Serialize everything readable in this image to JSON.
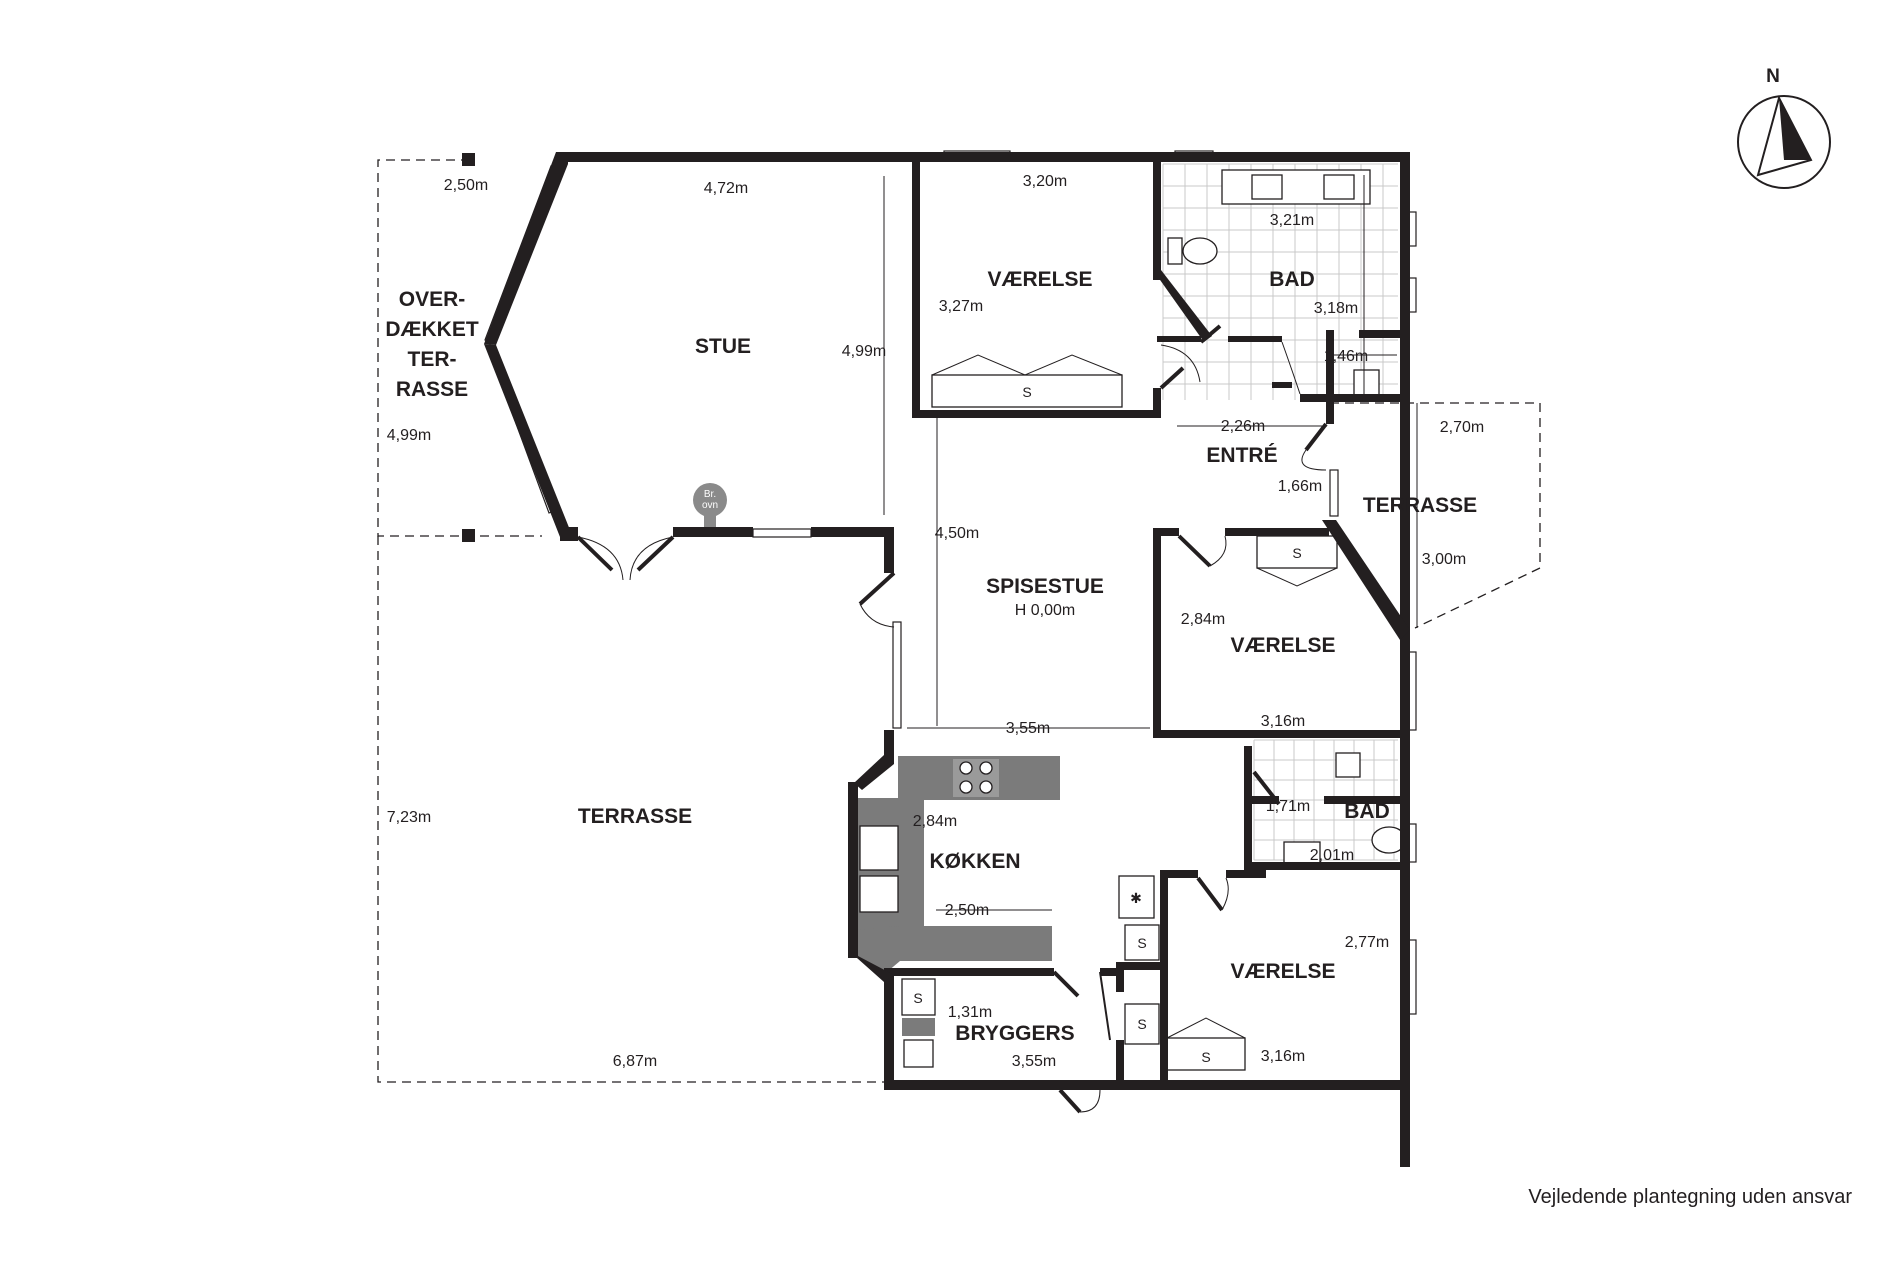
{
  "compass": {
    "north": "N"
  },
  "rooms": {
    "overdaekket": {
      "label1": "OVER-",
      "label2": "DÆKKET",
      "label3": "TER-",
      "label4": "RASSE"
    },
    "stue": "STUE",
    "vaerelse_top": "VÆRELSE",
    "bad_top": "BAD",
    "entre": "ENTRÉ",
    "terrasse_east": "TERRASSE",
    "spisestue": "SPISESTUE",
    "spisestue_height": "H 0,00m",
    "vaerelse_mid": "VÆRELSE",
    "terrasse_west": "TERRASSE",
    "bad_small": "BAD",
    "kokken": "KØKKEN",
    "vaerelse_bottom": "VÆRELSE",
    "bryggers": "BRYGGERS"
  },
  "dimensions": {
    "overdaekket_width": "2,50m",
    "overdaekket_height": "4,99m",
    "stue_width": "4,72m",
    "stue_height": "4,99m",
    "vaerelse_top_width": "3,20m",
    "vaerelse_top_height": "3,27m",
    "bad_top_width": "3,21m",
    "bad_top_height": "3,18m",
    "bad_top_small": "1,46m",
    "entre_width": "2,26m",
    "entre_height": "1,66m",
    "terrasse_east_width": "2,70m",
    "terrasse_east_height": "3,00m",
    "spisestue_height_dim": "4,50m",
    "spisestue_width": "3,55m",
    "vaerelse_mid_height": "2,84m",
    "vaerelse_mid_width": "3,16m",
    "terrasse_west_height": "7,23m",
    "terrasse_west_width": "6,87m",
    "kokken_height": "2,84m",
    "kokken_width": "2,50m",
    "bad_small_height": "1,71m",
    "bad_small_width": "2,01m",
    "vaerelse_bottom_height": "2,77m",
    "vaerelse_bottom_width": "3,16m",
    "bryggers_height": "1,31m",
    "bryggers_width": "3,55m"
  },
  "fixtures": {
    "stove_label1": "Br.",
    "stove_label2": "ovn",
    "closet": "S"
  },
  "disclaimer": "Vejledende plantegning uden ansvar"
}
